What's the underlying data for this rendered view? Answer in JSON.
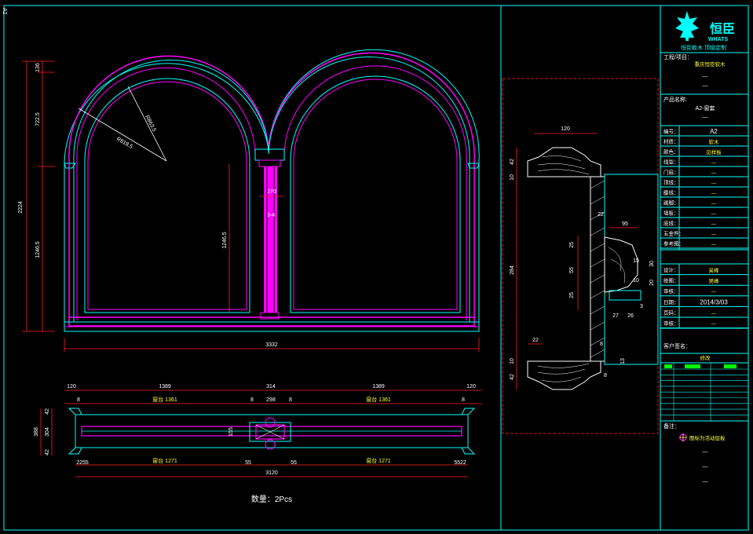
{
  "sheet": {
    "corner_label": "A2",
    "quantity_text": "数量：2Pcs"
  },
  "elevation": {
    "radius_outer": "R818.5",
    "radius_inner": "R863.5",
    "height_total": "2224",
    "height_top": "136",
    "height_arch": "722.5",
    "height_lower": "1246.5",
    "height_inner": "1246.5",
    "mullion_width": "270",
    "mullion_mid": "3-4",
    "width_total": "3332"
  },
  "plan": {
    "top_dims": [
      "120",
      "1389",
      "314",
      "1389",
      "120"
    ],
    "sub_dims": [
      "8",
      "8",
      "298",
      "8",
      "8"
    ],
    "left_label": "窗台 1361",
    "right_label": "窗台 1361",
    "side_dims": [
      "42",
      "388",
      "304",
      "42"
    ],
    "center_dim": "155",
    "bottom_dims": [
      "2255",
      "55",
      "55",
      "5522"
    ],
    "bottom_left_label": "窗台 1271",
    "bottom_right_label": "窗台 1271",
    "bottom_total": "3120"
  },
  "section": {
    "top_width": "120",
    "left_dims": [
      "42",
      "10",
      "284",
      "10",
      "42"
    ],
    "d22a": "22",
    "d95": "95",
    "d25a": "25",
    "d55": "55",
    "d25b": "25",
    "d15": "15",
    "d10": "10",
    "d20": "20",
    "d30": "30",
    "d27": "27",
    "d26": "26",
    "d3": "3",
    "d22b": "22",
    "d8a": "8",
    "d13": "13",
    "d8b": "8"
  },
  "title_block": {
    "brand_cn": "恒臣",
    "brand_en": "WHATS",
    "slogan": "恒臣軟木 顶级定制",
    "project_label": "工程/项目：",
    "project_value": "重庆恒臣软木",
    "product_label": "产品名称:",
    "product_value": "A2-窗套",
    "rows": [
      {
        "label": "编号：",
        "value": "A2"
      },
      {
        "label": "材质：",
        "value": "软木"
      },
      {
        "label": "颜色：",
        "value": "见样板"
      },
      {
        "label": "线型：",
        "value": "—"
      },
      {
        "label": "门扇：",
        "value": "—"
      },
      {
        "label": "顶线：",
        "value": "—"
      },
      {
        "label": "腰线：",
        "value": "—"
      },
      {
        "label": "踢脚：",
        "value": "—"
      },
      {
        "label": "墙板：",
        "value": "—"
      },
      {
        "label": "底线：",
        "value": "—"
      },
      {
        "label": "五金件：",
        "value": "—"
      },
      {
        "label": "参考图：",
        "value": "—"
      }
    ],
    "rows2": [
      {
        "label": "设计：",
        "value": "吴峰"
      },
      {
        "label": "绘图：",
        "value": "吴峰"
      },
      {
        "label": "审核：",
        "value": "—"
      },
      {
        "label": "日期：",
        "value": "2014/3/03"
      },
      {
        "label": "页码：",
        "value": "—"
      },
      {
        "label": "审核：",
        "value": "—"
      }
    ],
    "client_sign": "客户签名：",
    "revision_title": "修改",
    "remarks_label": "备注：",
    "legend_text": "图标为活动层板",
    "dashes": [
      "—",
      "—",
      "—",
      "—",
      "—",
      "—"
    ]
  },
  "colors": {
    "frame": "#00ffff",
    "magenta": "#ff00ff",
    "yellow": "#ffff33",
    "red": "#ff2020",
    "green": "#00ff00"
  }
}
